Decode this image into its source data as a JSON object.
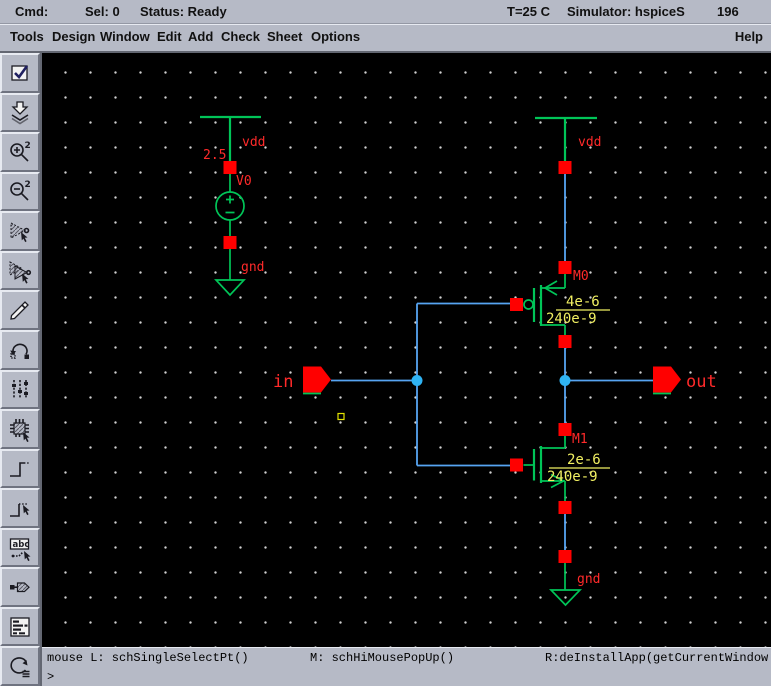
{
  "titlebar": {
    "cmd": "Cmd:",
    "selection": "Sel: 0",
    "status": "Status: Ready",
    "temperature": "T=25 C",
    "simulator": "Simulator: hspiceS",
    "counter": "196"
  },
  "menubar": {
    "items": [
      "Tools",
      "Design",
      "Window",
      "Edit",
      "Add",
      "Check",
      "Sheet",
      "Options"
    ],
    "help": "Help"
  },
  "toolbar": {
    "buttons": [
      "check-and-save",
      "save",
      "zoom-in-2x",
      "zoom-out-2x",
      "stretch",
      "copy",
      "delete",
      "undo",
      "properties",
      "instance",
      "wire-narrow",
      "wire-wide",
      "wire-label",
      "pin",
      "cellview",
      "repeat"
    ],
    "zoom_factor": "2",
    "label_icon_text": "abc"
  },
  "schematic": {
    "power_supply": {
      "net_top": "vdd",
      "value": "2.5",
      "source_name": "V0",
      "net_bottom": "gnd"
    },
    "inverter": {
      "net_top": "vdd",
      "pmos": {
        "name": "M0",
        "width": "4e-6",
        "length": "240e-9"
      },
      "nmos": {
        "name": "M1",
        "width": "2e-6",
        "length": "240e-9"
      },
      "net_bottom": "gnd",
      "input_pin": "in",
      "output_pin": "out"
    },
    "colors": {
      "wire": "#57a4f2",
      "junction": "#2fb3f3",
      "device": "#00c558",
      "pin_square": "#ff0000",
      "instance_label": "#ff2a2a",
      "value_label": "#f0ef62",
      "background": "#000000"
    }
  },
  "statusbar": {
    "mouse_left": "mouse L: schSingleSelectPt()",
    "mouse_middle": "M: schHiMousePopUp()",
    "mouse_right": "R:deInstallApp(getCurrentWindow",
    "prompt": ">"
  }
}
